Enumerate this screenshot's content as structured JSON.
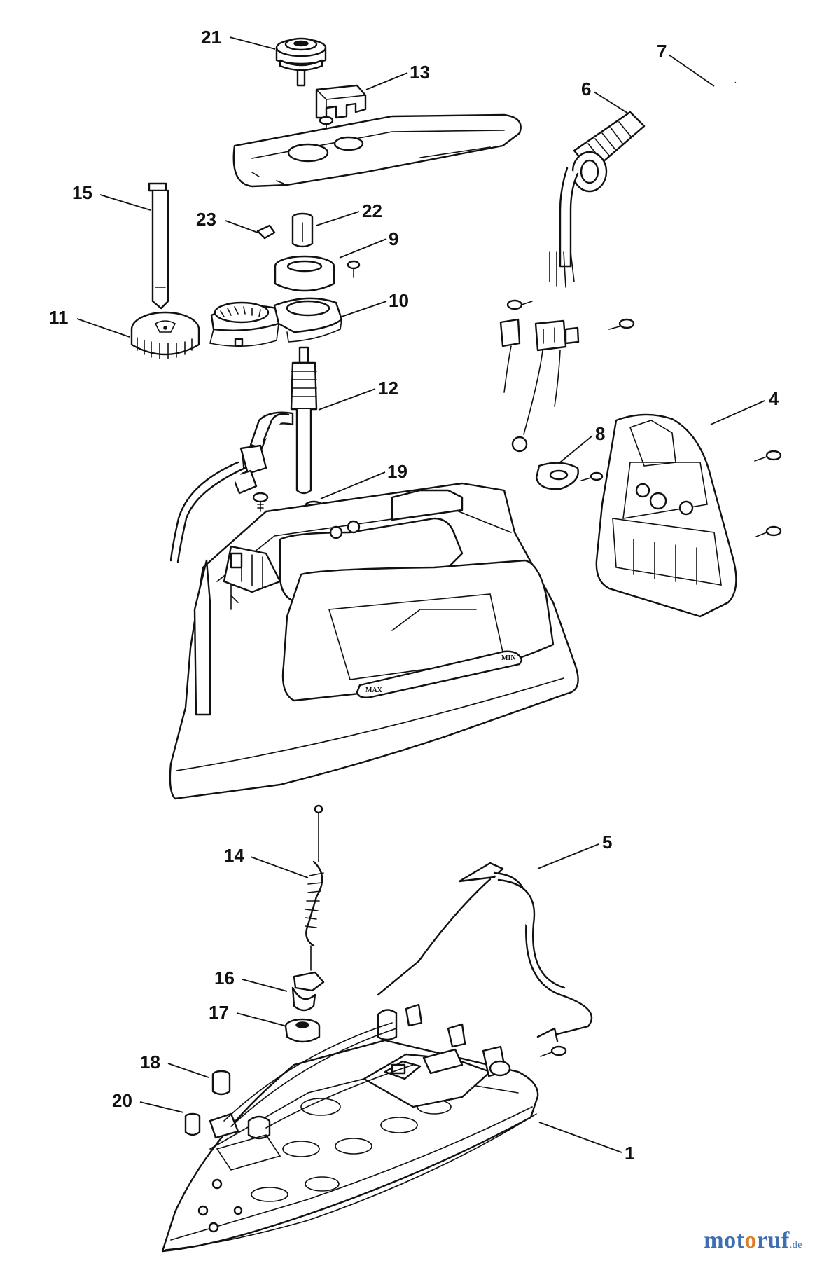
{
  "callouts": [
    {
      "key": "21",
      "text": "21"
    },
    {
      "key": "13",
      "text": "13"
    },
    {
      "key": "7",
      "text": "7"
    },
    {
      "key": "6",
      "text": "6"
    },
    {
      "key": "15",
      "text": "15"
    },
    {
      "key": "23",
      "text": "23"
    },
    {
      "key": "22",
      "text": "22"
    },
    {
      "key": "9",
      "text": "9"
    },
    {
      "key": "11",
      "text": "11"
    },
    {
      "key": "10",
      "text": "10"
    },
    {
      "key": "12",
      "text": "12"
    },
    {
      "key": "4",
      "text": "4"
    },
    {
      "key": "8",
      "text": "8"
    },
    {
      "key": "19",
      "text": "19"
    },
    {
      "key": "14",
      "text": "14"
    },
    {
      "key": "5",
      "text": "5"
    },
    {
      "key": "16",
      "text": "16"
    },
    {
      "key": "17",
      "text": "17"
    },
    {
      "key": "18",
      "text": "18"
    },
    {
      "key": "20",
      "text": "20"
    },
    {
      "key": "1",
      "text": "1"
    }
  ],
  "scale_labels": {
    "max": "MAX",
    "min": "MIN"
  },
  "brand": {
    "part1": "mot",
    "part2": "o",
    "part3": "ruf",
    "tld": ".de"
  },
  "colors": {
    "brand_blue": "#3f6fb0",
    "brand_orange": "#e07a1f",
    "ink": "#111111"
  }
}
